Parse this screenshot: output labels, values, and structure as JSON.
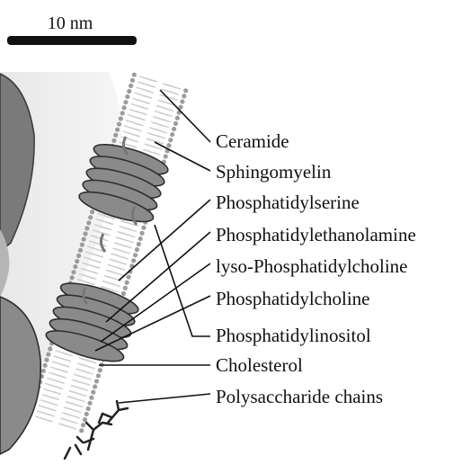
{
  "scale_bar": {
    "label": "10 nm"
  },
  "labels": [
    {
      "id": "ceramide",
      "text": "Ceramide"
    },
    {
      "id": "sphingomyelin",
      "text": "Sphingomyelin"
    },
    {
      "id": "phosphatidylserine",
      "text": "Phosphatidylserine"
    },
    {
      "id": "phosphatidylethanolamine",
      "text": "Phosphatidylethanolamine"
    },
    {
      "id": "lyso-phosphatidylcholine",
      "text": "lyso-Phosphatidylcholine"
    },
    {
      "id": "phosphatidylcholine",
      "text": "Phosphatidylcholine"
    },
    {
      "id": "phosphatidylinositol",
      "text": "Phosphatidylinositol"
    },
    {
      "id": "cholesterol",
      "text": "Cholesterol"
    },
    {
      "id": "polysaccharide-chains",
      "text": "Polysaccharide chains"
    }
  ],
  "colors": {
    "protein_fill": "#8a8a8a",
    "protein_stroke": "#2e2e2e",
    "lipid_head": "#9c9c9c",
    "lipid_tail": "#cfcfcf",
    "line": "#111111"
  }
}
